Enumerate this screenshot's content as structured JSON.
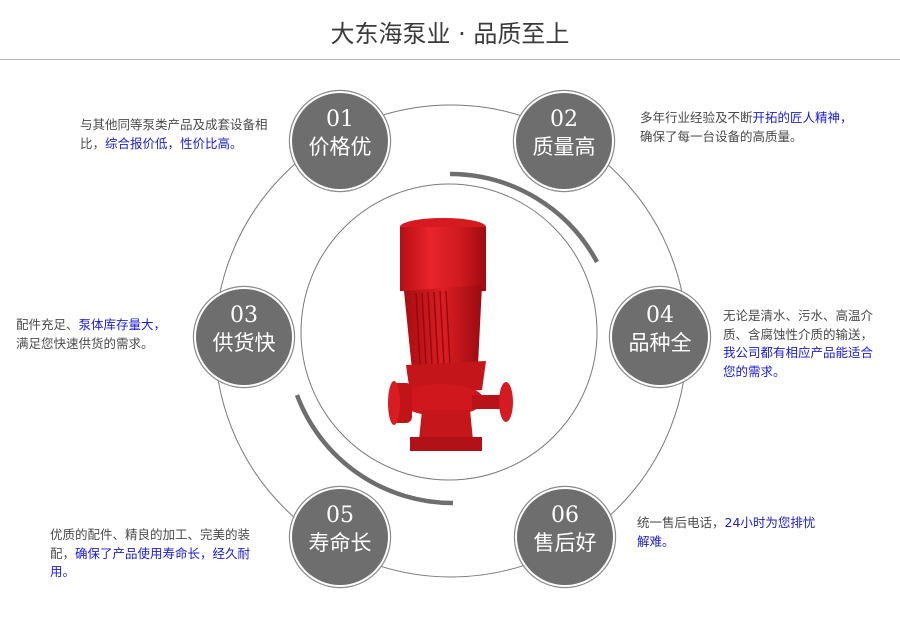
{
  "header": {
    "title": "大东海泵业 · 品质至上"
  },
  "colors": {
    "badge_fill": "#6e6e6e",
    "text": "#4a4a4a",
    "highlight": "#1a1adb",
    "ring": "#8a8a8a",
    "pump_red": "#d8161c"
  },
  "center_image": {
    "alt": "red vertical pipeline pump"
  },
  "features": [
    {
      "num": "01",
      "label": "价格优",
      "desc_plain": "与其他同等泵类产品及成套设备相比，",
      "desc_highlight": "综合报价低，性价比高。",
      "desc_tail": ""
    },
    {
      "num": "02",
      "label": "质量高",
      "desc_plain": "多年行业经验及不断",
      "desc_highlight": "开拓的匠人精神，",
      "desc_tail": "确保了每一台设备的高质量。"
    },
    {
      "num": "03",
      "label": "供货快",
      "desc_plain": "配件充足、",
      "desc_highlight": "泵体库存量大，",
      "desc_tail": "满足您快速供货的需求。"
    },
    {
      "num": "04",
      "label": "品种全",
      "desc_plain": "无论是清水、污水、高温介质、含腐蚀性介质的输送，",
      "desc_highlight": "我公司都有相应产品能适合您的需求。",
      "desc_tail": ""
    },
    {
      "num": "05",
      "label": "寿命长",
      "desc_plain": "优质的配件、精良的加工、完美的装配，",
      "desc_highlight": "确保了产品使用寿命长，经久耐用。",
      "desc_tail": ""
    },
    {
      "num": "06",
      "label": "售后好",
      "desc_plain": "统一售后电话，",
      "desc_highlight": "24小时为您排忧解难。",
      "desc_tail": ""
    }
  ]
}
